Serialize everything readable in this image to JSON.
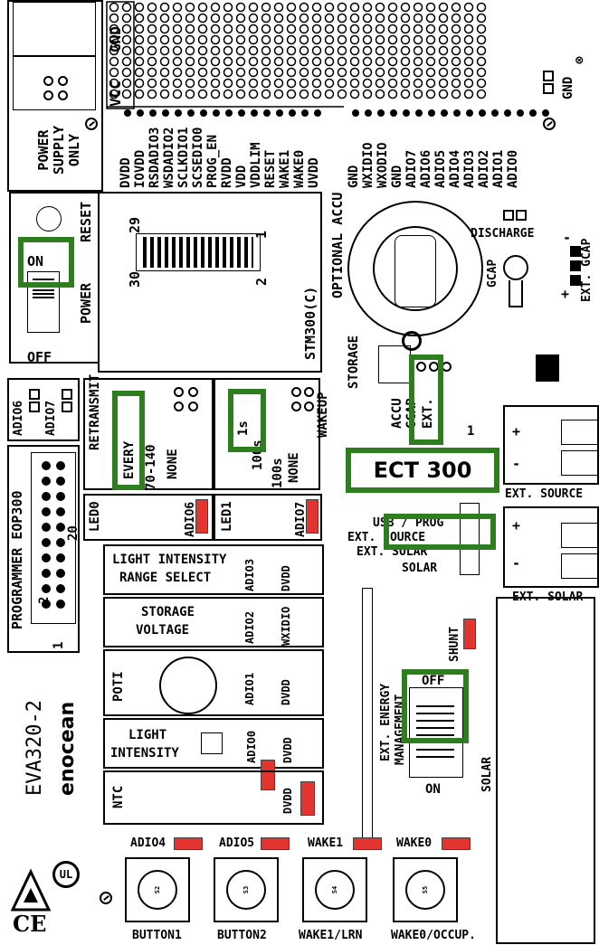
{
  "board": {
    "model": "EVA320-2",
    "brand": "enocean"
  },
  "overlay": {
    "label": "ECT 300"
  },
  "header": {
    "gnd_top": "GND",
    "vcc_top": "VCC",
    "gnd_right": "GND"
  },
  "power_supply": {
    "label": "POWER SUPPLY ONLY"
  },
  "stm_pins_left": [
    "DVDD",
    "IOVDD",
    "RSDADIO3",
    "WSDADIO2",
    "SCLKDIO1",
    "SCSEDIO0",
    "PROG_EN",
    "RVDD",
    "VDD",
    "VDDLIM",
    "RESET",
    "WAKE1",
    "WAKE0",
    "UVDD"
  ],
  "stm_pins_right": [
    "GND",
    "WXIDIO",
    "WXODIO",
    "GND",
    "ADIO7",
    "ADIO6",
    "ADIO5",
    "ADIO4",
    "ADIO3",
    "ADIO2",
    "ADIO1",
    "ADIO0"
  ],
  "module": {
    "label": "STM300(C)",
    "pin_29": "29",
    "pin_30": "30",
    "pin_1": "1",
    "pin_2": "2"
  },
  "power_switch": {
    "on": "ON",
    "off": "OFF",
    "power": "POWER",
    "reset": "RESET"
  },
  "accu": {
    "optional": "OPTIONAL ACCU",
    "discharge": "DISCHARGE",
    "gcap": "GCAP",
    "ext_gcap": "EXT. GCAP",
    "plus": "+",
    "minus": "-"
  },
  "storage": {
    "title": "STORAGE",
    "accu": "ACCU",
    "gcap": "GCAP",
    "ext": "EXT.",
    "pin_1": "1"
  },
  "adio_left": {
    "adio6": "ADIO6",
    "adio7": "ADIO7"
  },
  "retransmit": {
    "title": "RETRANSMIT",
    "every": "EVERY",
    "range": "70-140",
    "none": "NONE"
  },
  "wakeup": {
    "title": "WAKEUP",
    "s1": "1s",
    "s100a": "100s",
    "s100b": "100s",
    "none": "NONE"
  },
  "programmer": {
    "title": "PROGRAMMER EOP300",
    "pin_20": "20",
    "pin_2": "2",
    "pin_1": "1"
  },
  "leds": {
    "led0": "LED0",
    "led0_adio": "ADIO6",
    "led1": "LED1",
    "led1_adio": "ADIO7"
  },
  "sources": {
    "ext_source": "EXT. SOURCE",
    "ext_solar": "EXT. SOLAR",
    "usb_prog": "USB / PROG",
    "ext_source_sel": "EXT. SOURCE",
    "ext_solar_sel": "EXT. SOLAR",
    "solar": "SOLAR",
    "plus": "+",
    "minus": "-"
  },
  "sensors": {
    "light_range_1": "LIGHT INTENSITY",
    "light_range_2": "RANGE SELECT",
    "light_range_adio": "ADIO3",
    "light_range_dvdd": "DVDD",
    "storage_voltage_1": "STORAGE",
    "storage_voltage_2": "VOLTAGE",
    "storage_adio": "ADIO2",
    "storage_wxidio": "WXIDIO",
    "poti": "POTI",
    "poti_adio": "ADIO1",
    "poti_dvdd": "DVDD",
    "light_1": "LIGHT",
    "light_2": "INTENSITY",
    "light_adio": "ADIO0",
    "light_dvdd": "DVDD",
    "ntc": "NTC",
    "ntc_dvdd": "DVDD"
  },
  "energy": {
    "ext_energy": "EXT. ENERGY",
    "management": "MANAGEMENT",
    "shunt": "SHUNT",
    "off": "OFF",
    "on": "ON",
    "solar": "SOLAR"
  },
  "buttons": {
    "adio4": "ADIO4",
    "adio5": "ADIO5",
    "wake1": "WAKE1",
    "wake0": "WAKE0",
    "button1": "BUTTON1",
    "button2": "BUTTON2",
    "wake1_lrn": "WAKE1/LRN",
    "wake0_occup": "WAKE0/OCCUP."
  },
  "certs": {
    "ce": "CE",
    "ul": "UL"
  },
  "colors": {
    "highlight": "#2e7d1e",
    "jumper_red": "#e3342f",
    "ink": "#000000",
    "board": "#ffffff"
  }
}
